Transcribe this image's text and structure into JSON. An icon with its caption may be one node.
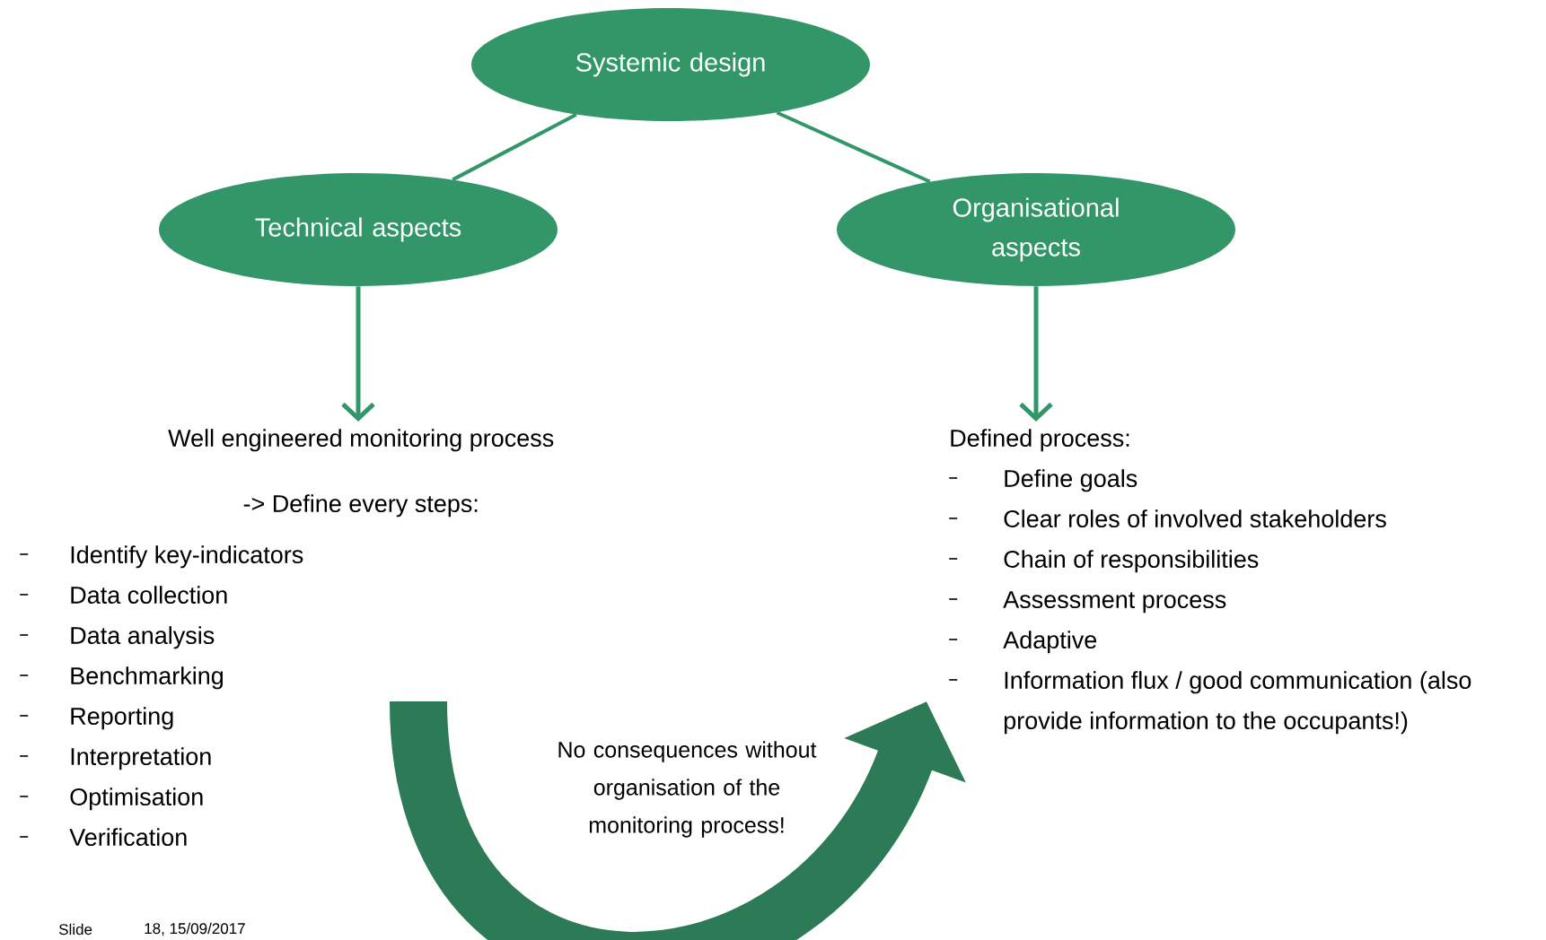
{
  "diagram": {
    "nodes": [
      {
        "text": [
          "Systemic design"
        ]
      },
      {
        "text": [
          "Technical aspects"
        ]
      },
      {
        "text": [
          "Organisational aspects"
        ]
      },
      {
        "text": [
          "Well engineered monitoring process",
          "-> Define every steps:",
          "Identify key-indicators",
          "Data collection",
          "Data analysis",
          "Benchmarking",
          "Reporting",
          "Interpretation",
          "Optimisation",
          "Verification"
        ]
      },
      {
        "text": [
          "Defined process:",
          "Define goals",
          "Clear roles of involved stakeholders",
          "Chain of responsibilities",
          "Assessment process",
          "Adaptive",
          "Information flux / good communication (also provide information to the occupants!)"
        ]
      }
    ],
    "edges": [
      {
        "from": 0,
        "to": 1,
        "arrow": "none"
      },
      {
        "from": 0,
        "to": 2,
        "arrow": "none"
      },
      {
        "from": 1,
        "to": 3,
        "arrow": "to"
      },
      {
        "from": 2,
        "to": 4,
        "arrow": "to"
      },
      {
        "from": 3,
        "to": 4,
        "arrow": "to",
        "style": "thick",
        "label": "No consequences without organisation of the monitoring process!"
      }
    ],
    "labels": [
      "Slide",
      "18, 15/09/2017"
    ]
  }
}
